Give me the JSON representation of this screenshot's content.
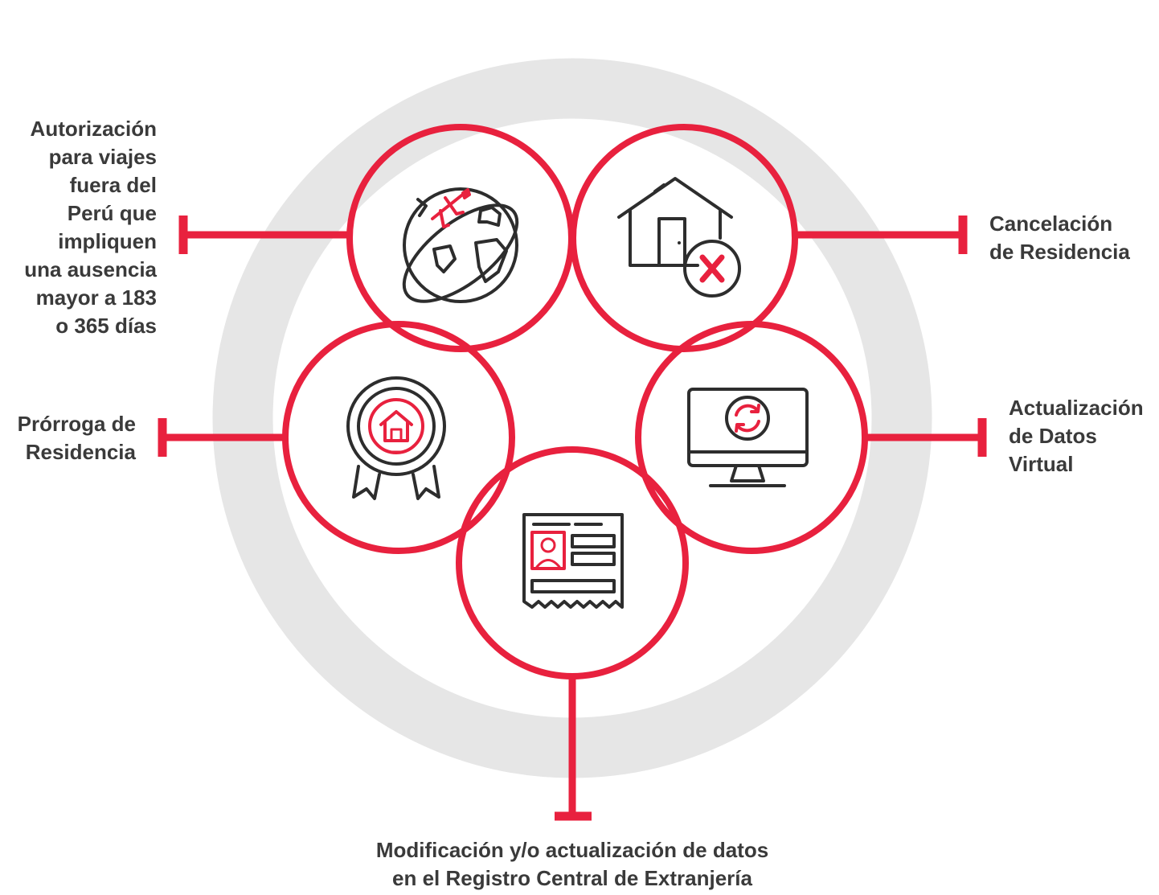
{
  "colors": {
    "accent": "#e8213e",
    "ring": "#e6e6e6",
    "icon_stroke": "#2d2d2d",
    "text": "#3a3a3a",
    "background": "#ffffff"
  },
  "services": [
    {
      "id": "travel",
      "icon": "globe-airplane-icon",
      "text": "Autorización\npara viajes\nfuera del\nPerú que\nimpliquen\nuna ausencia\nmayor a 183\no 365 días"
    },
    {
      "id": "cancel",
      "icon": "house-cancel-icon",
      "text": "Cancelación\nde Residencia"
    },
    {
      "id": "extend",
      "icon": "house-badge-icon",
      "text": "Prórroga de\nResidencia"
    },
    {
      "id": "update",
      "icon": "monitor-refresh-icon",
      "text": "Actualización\nde Datos\nVirtual"
    },
    {
      "id": "modify",
      "icon": "id-document-icon",
      "text": "Modificación y/o actualización de datos\nen el Registro Central de Extranjería"
    }
  ]
}
